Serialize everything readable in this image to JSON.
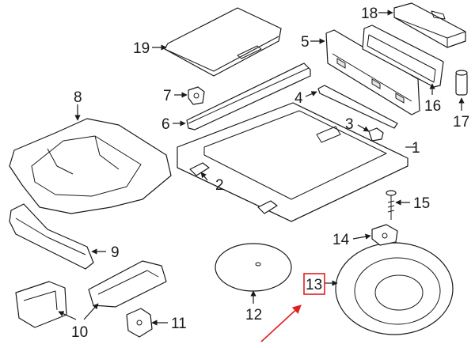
{
  "callouts": {
    "c1": "1",
    "c2": "2",
    "c3": "3",
    "c4": "4",
    "c5": "5",
    "c6": "6",
    "c7": "7",
    "c8": "8",
    "c9": "9",
    "c10": "10",
    "c11": "11",
    "c12": "12",
    "c13": "13",
    "c14": "14",
    "c15": "15",
    "c16": "16",
    "c17": "17",
    "c18": "18",
    "c19": "19"
  },
  "colors": {
    "line": "#1a1a1a",
    "highlight": "#e02020"
  }
}
